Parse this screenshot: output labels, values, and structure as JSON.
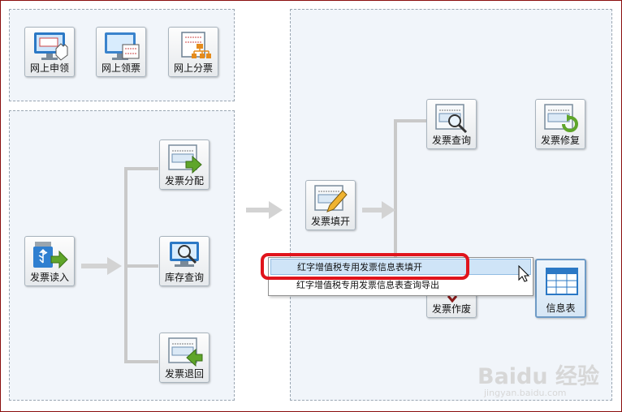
{
  "top_left_panel": {
    "tiles": [
      {
        "label": "网上申领",
        "icon": "monitor-hand-icon"
      },
      {
        "label": "网上领票",
        "icon": "monitor-invoice-icon"
      },
      {
        "label": "网上分票",
        "icon": "invoice-tree-icon"
      }
    ]
  },
  "bottom_left_panel": {
    "tiles": [
      {
        "label": "发票读入",
        "icon": "usb-import-icon"
      },
      {
        "label": "发票分配",
        "icon": "invoice-arrow-right-icon"
      },
      {
        "label": "库存查询",
        "icon": "monitor-magnifier-icon"
      },
      {
        "label": "发票退回",
        "icon": "invoice-arrow-left-icon"
      }
    ]
  },
  "right_panel": {
    "tiles": [
      {
        "label": "发票填开",
        "icon": "invoice-pencil-icon"
      },
      {
        "label": "发票查询",
        "icon": "invoice-magnifier-icon"
      },
      {
        "label": "发票修复",
        "icon": "invoice-repair-icon"
      },
      {
        "label": "发票作废",
        "icon": "invoice-void-icon"
      },
      {
        "label": "信息表",
        "icon": "table-icon"
      }
    ]
  },
  "context_menu": {
    "items": [
      {
        "label": "红字增值税专用发票信息表填开",
        "highlighted": true
      },
      {
        "label": "红字增值税专用发票信息表查询导出",
        "highlighted": false
      }
    ]
  },
  "watermark": {
    "brand": "Bai⁠du 经验",
    "url": "jingyan.baidu.com"
  },
  "colors": {
    "accent_blue": "#2b78c5",
    "arrow_green": "#5fa52a",
    "highlight_box": "#e0141c"
  }
}
